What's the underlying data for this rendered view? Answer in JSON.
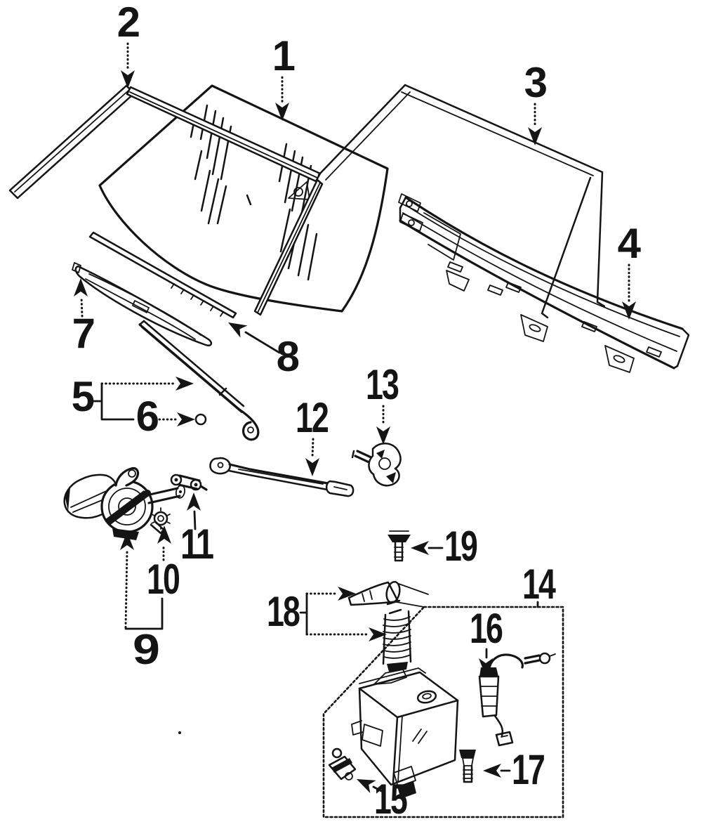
{
  "canvas": {
    "background": "#ffffff",
    "ink": "#141414"
  },
  "diagram": {
    "type": "exploded-parts-line-illustration",
    "subject": "windshield-wiper-and-washer-components",
    "parts": [
      {
        "label": "1",
        "depicts": "windshield-glass"
      },
      {
        "label": "2",
        "depicts": "windshield-side-molding"
      },
      {
        "label": "3",
        "depicts": "windshield-frame-weatherstrip"
      },
      {
        "label": "4",
        "depicts": "cowl-top-reinforcement-bar"
      },
      {
        "label": "5",
        "depicts": "wiper-arm"
      },
      {
        "label": "6",
        "depicts": "wiper-pivot-cap"
      },
      {
        "label": "7",
        "depicts": "wiper-blade"
      },
      {
        "label": "8",
        "depicts": "wiper-blade-insert"
      },
      {
        "label": "9",
        "depicts": "wiper-motor"
      },
      {
        "label": "10",
        "depicts": "motor-mount-nut"
      },
      {
        "label": "11",
        "depicts": "motor-crank-link"
      },
      {
        "label": "12",
        "depicts": "wiper-linkage-rod"
      },
      {
        "label": "13",
        "depicts": "wiper-pivot-assembly"
      },
      {
        "label": "14",
        "depicts": "washer-reservoir-assembly-box"
      },
      {
        "label": "15",
        "depicts": "washer-pump-lower"
      },
      {
        "label": "16",
        "depicts": "washer-pump-with-hose"
      },
      {
        "label": "17",
        "depicts": "reservoir-grommet-bolt"
      },
      {
        "label": "18",
        "depicts": "filler-funnel-and-bellows-hose"
      },
      {
        "label": "19",
        "depicts": "mounting-screw"
      }
    ]
  }
}
